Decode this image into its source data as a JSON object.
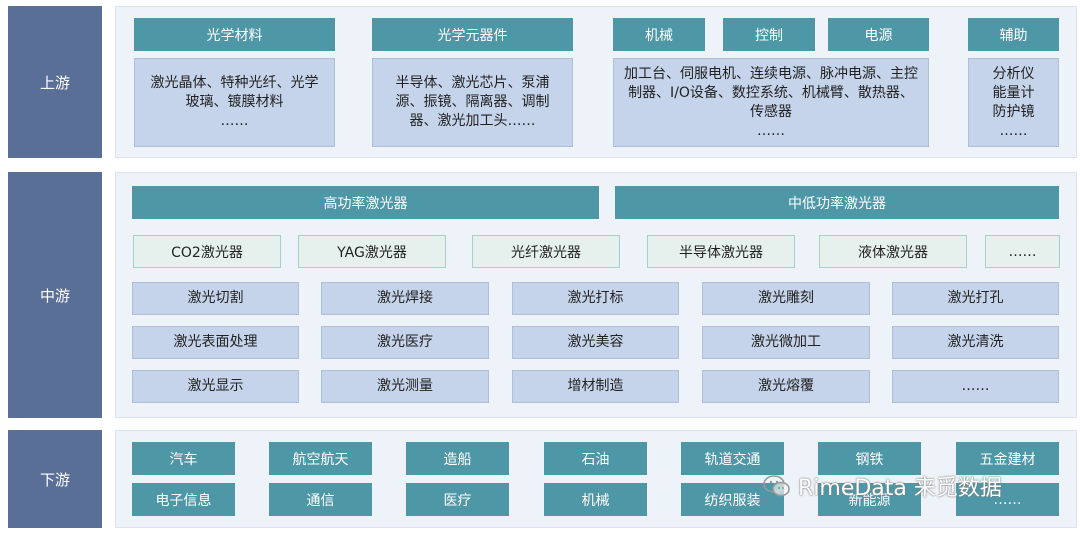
{
  "stages": {
    "upstream": "上游",
    "midstream": "中游",
    "downstream": "下游"
  },
  "upstream": {
    "headers": [
      "光学材料",
      "光学元器件",
      "机械",
      "控制",
      "电源",
      "辅助"
    ],
    "contents": [
      "激光晶体、特种光纤、光学玻璃、镀膜材料\n……",
      "半导体、激光芯片、泵浦源、振镜、隔离器、调制器、激光加工头……",
      "加工台、伺服电机、连续电源、脉冲电源、主控制器、I/O设备、数控系统、机械臂、散热器、传感器\n……",
      "分析仪\n能量计\n防护镜\n……"
    ]
  },
  "midstream": {
    "headers": [
      "高功率激光器",
      "中低功率激光器"
    ],
    "laser_types": [
      "CO2激光器",
      "YAG激光器",
      "光纤激光器",
      "半导体激光器",
      "液体激光器",
      "……"
    ],
    "applications": [
      "激光切割",
      "激光焊接",
      "激光打标",
      "激光雕刻",
      "激光打孔",
      "激光表面处理",
      "激光医疗",
      "激光美容",
      "激光微加工",
      "激光清洗",
      "激光显示",
      "激光测量",
      "增材制造",
      "激光熔覆",
      "……"
    ]
  },
  "downstream": {
    "row1": [
      "汽车",
      "航空航天",
      "造船",
      "石油",
      "轨道交通",
      "钢铁",
      "五金建材"
    ],
    "row2": [
      "电子信息",
      "通信",
      "医疗",
      "机械",
      "纺织服装",
      "新能源",
      "……"
    ]
  },
  "watermark": "RimeData 来觅数据",
  "colors": {
    "stage": "#5a6f97",
    "header": "#4e97a6",
    "box": "#c5d4ea",
    "light": "#e6f1ee",
    "panel": "#eef2f9"
  }
}
